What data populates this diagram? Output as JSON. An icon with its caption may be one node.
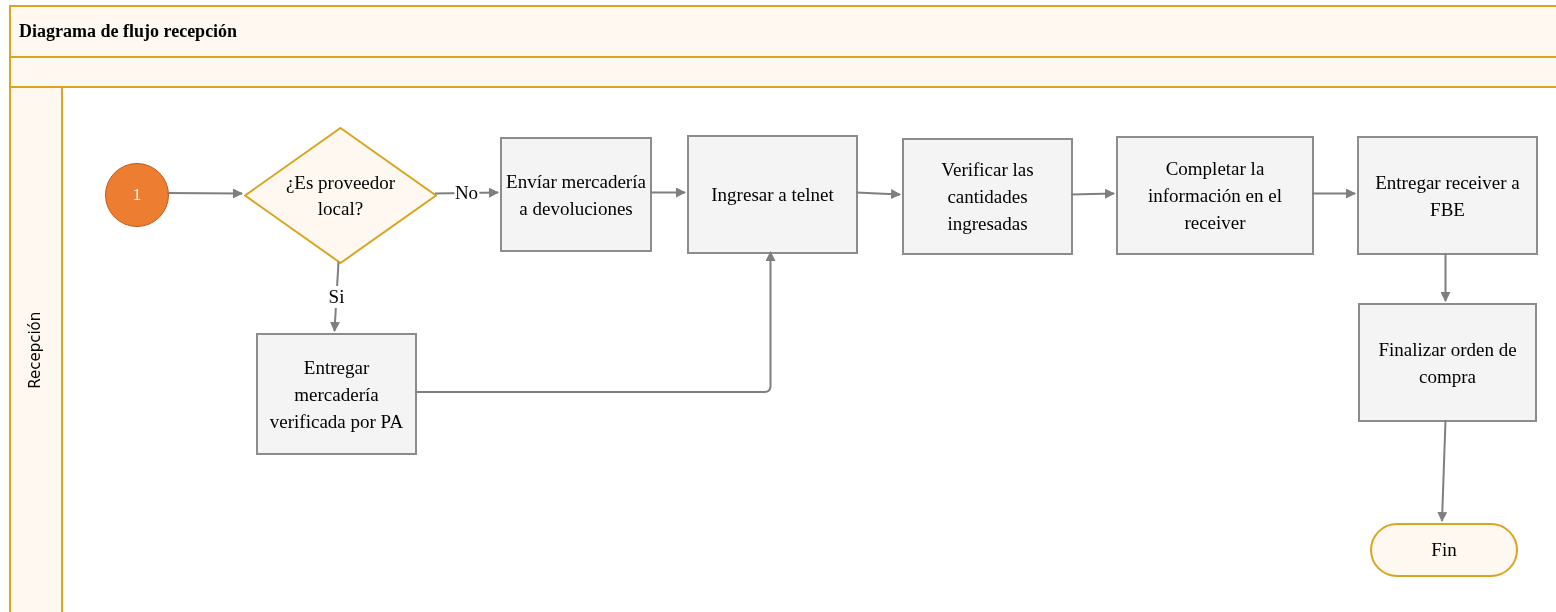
{
  "diagram": {
    "title": "Diagrama de flujo recepción",
    "nodes": [
      {
        "text": [
          "Recepción"
        ]
      },
      {
        "text": [
          "1"
        ],
        "in": 0
      },
      {
        "text": [
          "¿Es proveedor local?"
        ],
        "in": 0
      },
      {
        "text": [
          "Envíar mercadería a devoluciones"
        ],
        "in": 0
      },
      {
        "text": [
          "Ingresar a telnet"
        ],
        "in": 0
      },
      {
        "text": [
          "Verificar las cantidades ingresadas"
        ],
        "in": 0
      },
      {
        "text": [
          "Completar la información en el receiver"
        ],
        "in": 0
      },
      {
        "text": [
          "Entregar receiver a FBE"
        ],
        "in": 0
      },
      {
        "text": [
          "Entregar mercadería verificada por PA"
        ],
        "in": 0
      },
      {
        "text": [
          "Finalizar orden de compra"
        ],
        "in": 0
      },
      {
        "text": [
          "Fin"
        ],
        "in": 0
      }
    ],
    "edges": [
      {
        "from": 1,
        "to": 2,
        "arrow": "to"
      },
      {
        "from": 2,
        "to": 3,
        "arrow": "to",
        "label": "No"
      },
      {
        "from": 3,
        "to": 4,
        "arrow": "to"
      },
      {
        "from": 4,
        "to": 5,
        "arrow": "to"
      },
      {
        "from": 5,
        "to": 6,
        "arrow": "to"
      },
      {
        "from": 6,
        "to": 7,
        "arrow": "to"
      },
      {
        "from": 2,
        "to": 8,
        "arrow": "to",
        "label": "Si"
      },
      {
        "from": 8,
        "to": 4,
        "arrow": "to"
      },
      {
        "from": 7,
        "to": 9,
        "arrow": "to"
      },
      {
        "from": 9,
        "to": 10,
        "arrow": "to"
      }
    ]
  }
}
